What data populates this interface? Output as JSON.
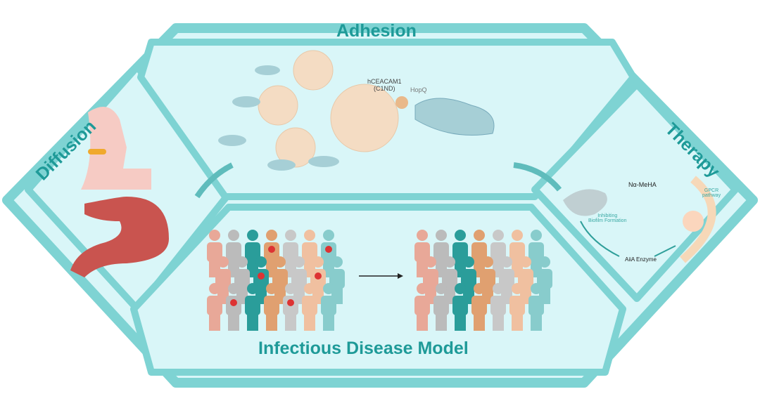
{
  "panels": {
    "diffusion": {
      "title": "Diffusion"
    },
    "adhesion": {
      "title": "Adhesion",
      "label_receptor": "hCEACAM1",
      "label_receptor_sub": "(C1ND)",
      "label_adhesin": "HopQ"
    },
    "therapy": {
      "title": "Therapy",
      "molecule": "Nα-MeHA",
      "gpcr_line1": "GPCR",
      "gpcr_line2": "pathway",
      "inhibit_line1": "Inhibiting",
      "inhibit_line2": "Biofilm Formation",
      "enzyme": "AiiA Enzyme"
    },
    "infection": {
      "title": "Infectious Disease Model"
    }
  },
  "colors": {
    "frame": "#7ed3d3",
    "fill": "#d9f6f8",
    "title": "#1e9a98"
  }
}
